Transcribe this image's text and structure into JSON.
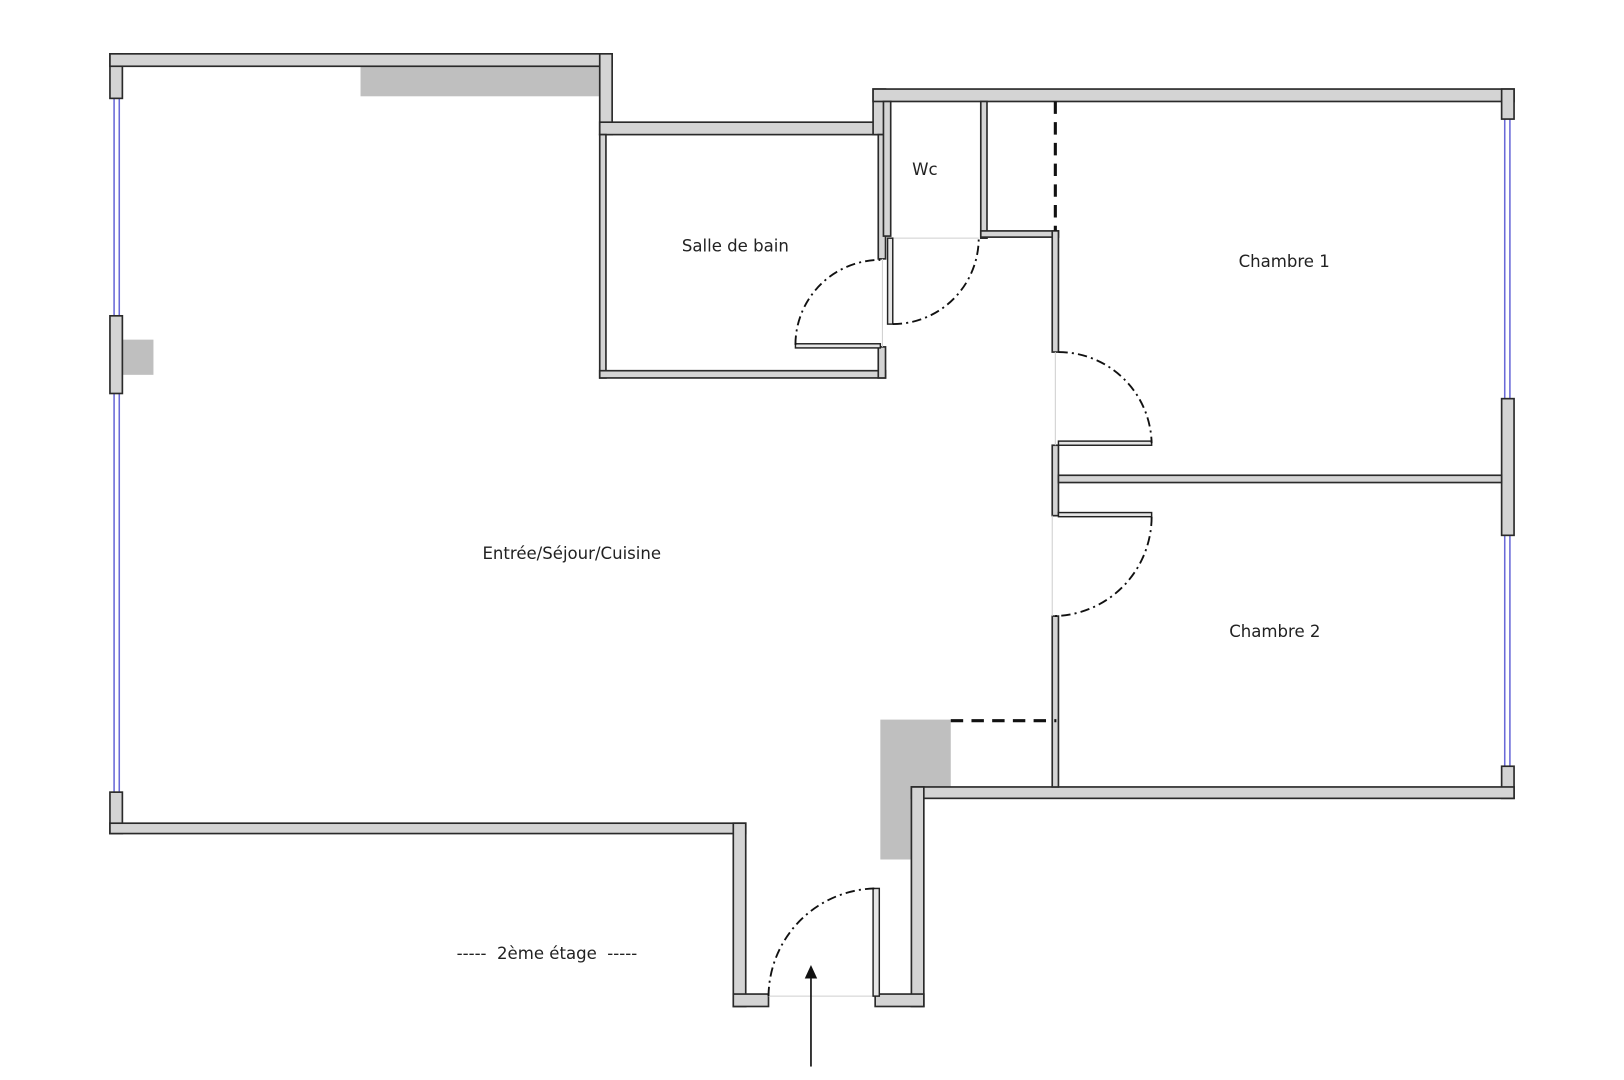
{
  "plan": {
    "rooms": {
      "living": "Entrée/Séjour/Cuisine",
      "bathroom": "Salle de bain",
      "wc": "Wc",
      "bedroom1": "Chambre 1",
      "bedroom2": "Chambre 2"
    },
    "floor_label": "-----  2ème étage  -----"
  },
  "colors": {
    "wall": "#d4d4d4",
    "window": "#6a6ad8",
    "fixture": "#bfbfbf"
  }
}
